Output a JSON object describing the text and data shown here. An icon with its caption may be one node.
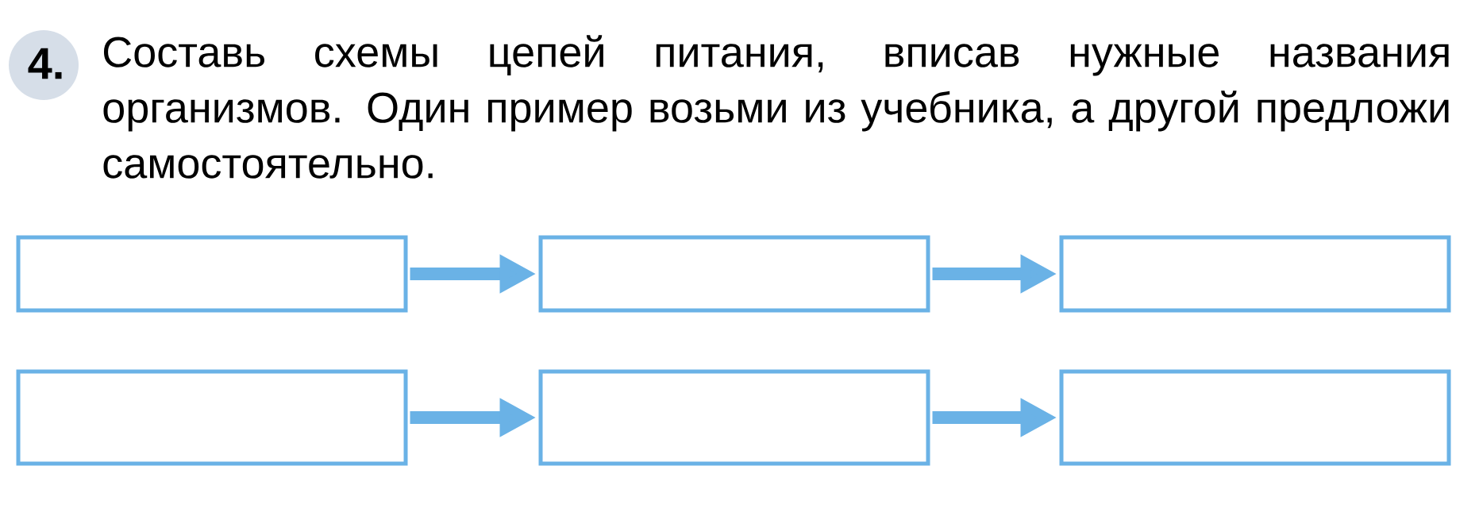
{
  "diagram": {
    "nodes": [
      {
        "text": [],
        "shape": "box"
      },
      {
        "text": [],
        "shape": "box"
      },
      {
        "text": [],
        "shape": "box"
      },
      {
        "text": [],
        "shape": "box"
      },
      {
        "text": [],
        "shape": "box"
      },
      {
        "text": [],
        "shape": "box"
      }
    ],
    "edges": [
      {
        "from": 0,
        "to": 1,
        "arrow": "to"
      },
      {
        "from": 1,
        "to": 2,
        "arrow": "to"
      },
      {
        "from": 3,
        "to": 4,
        "arrow": "to"
      },
      {
        "from": 4,
        "to": 5,
        "arrow": "to"
      }
    ],
    "labels": [
      "4.",
      "Составь схемы цепей питания, вписав нужные названия организмов. Один пример возьми из учебника, а другой предложи самостоятельно."
    ]
  }
}
